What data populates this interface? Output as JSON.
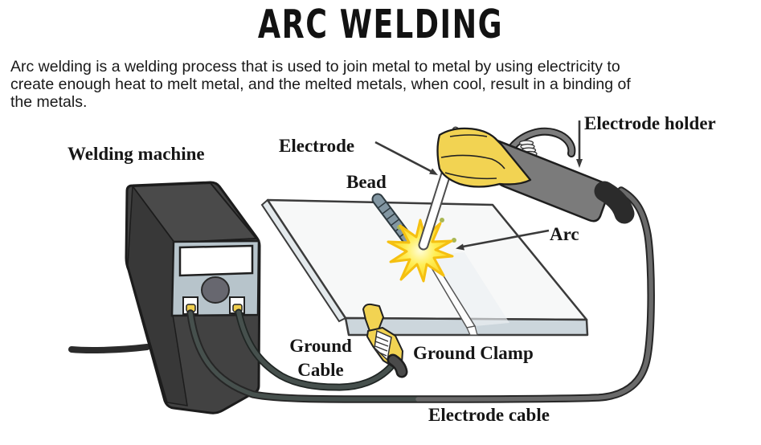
{
  "header": {
    "title": "ARC WELDING",
    "description_lines": [
      "Arc welding is a welding process that is used to join metal to metal by using electricity to",
      "create enough heat to melt metal, and the melted metals, when cool, result in a binding of",
      "the metals."
    ]
  },
  "diagram": {
    "labels": {
      "welding_machine": "Welding machine",
      "electrode": "Electrode",
      "bead": "Bead",
      "electrode_holder": "Electrode holder",
      "arc": "Arc",
      "ground_cable_line1": "Ground",
      "ground_cable_line2": "Cable",
      "ground_clamp": "Ground Clamp",
      "electrode_cable": "Electrode cable"
    },
    "colors": {
      "machine_body": "#424242",
      "machine_top": "#4a4a4a",
      "machine_side": "#383838",
      "machine_panel": "#b7c4cb",
      "display": "#ffffff",
      "knob": "#67676f",
      "plug_yellow": "#f0cf4e",
      "cable_dark": "#46504d",
      "cable_gray": "#6a6a6a",
      "plate_top": "#f7f8f8",
      "plate_edge": "#ccd6dc",
      "bead": "#8296a2",
      "spark_outer": "#fcca10",
      "spark_core": "#fffdd8",
      "holder_yellow": "#f2d352",
      "handle_gray": "#7b7b7b",
      "text": "#161616"
    }
  }
}
